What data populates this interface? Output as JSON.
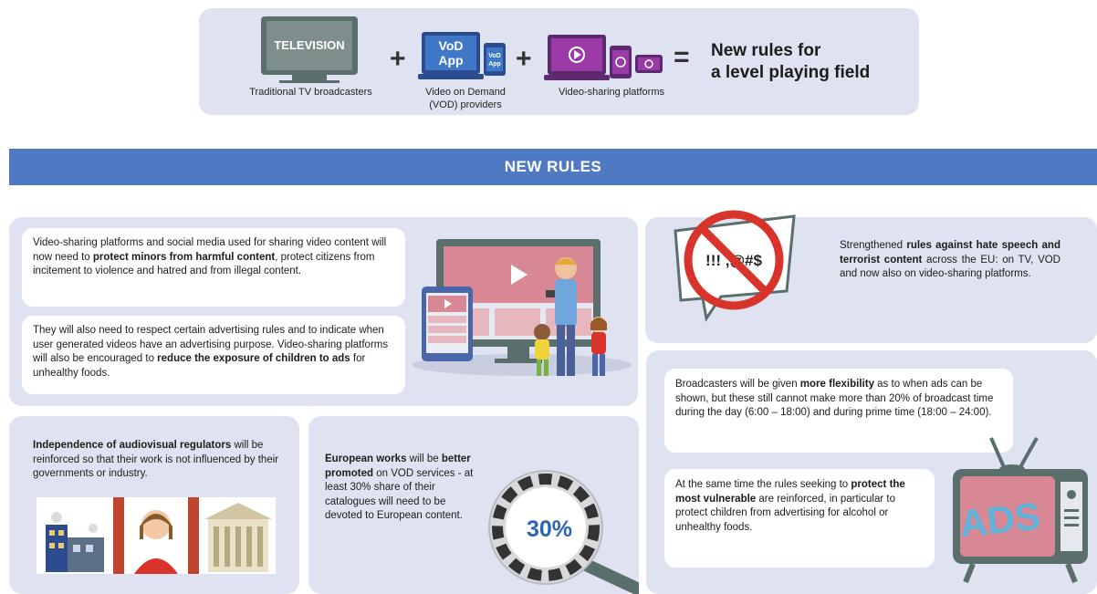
{
  "top": {
    "tv_screen_label": "TELEVISION",
    "tv_caption": "Traditional TV broadcasters",
    "vod_screen_label": "VoD\nApp",
    "vod_small_label": "VoD\nApp",
    "vod_caption_1": "Video on Demand",
    "vod_caption_2": "(VOD) providers",
    "vsp_caption": "Video-sharing platforms",
    "plus": "+",
    "equals": "=",
    "headline_1": "New rules for",
    "headline_2": "a level playing field"
  },
  "banner": "NEW RULES",
  "left_top": {
    "p1_a": "Video-sharing platforms and social media used for sharing video content will now need to ",
    "p1_b": "protect minors from harmful content",
    "p1_c": ", protect citizens from incitement to violence and hatred and from illegal content.",
    "p2_a": "They will also need to respect certain advertising rules and to indicate when user generated videos have an advertising purpose. Video-sharing platforms will also be encouraged to ",
    "p2_b": "reduce the exposure of children to ads",
    "p2_c": " for unhealthy foods."
  },
  "hate": {
    "sign_text": "!!! ,@#$",
    "p_a": "Strengthened ",
    "p_b": "rules against hate speech and terrorist content",
    "p_c": " across the EU: on TV, VOD and now also on video-sharing platforms."
  },
  "regulators": {
    "p_a": "Independence of audiovisual regulators",
    "p_b": " will be reinforced so that their work is not influenced by their governments or industry."
  },
  "european": {
    "p_a": "European works",
    "p_b": " will be ",
    "p_c": "better promoted",
    "p_d": " on VOD services - at least 30% share of their catalogues will need to be devoted to European content.",
    "percent": "30%"
  },
  "ads": {
    "p1_a": "Broadcasters will be given ",
    "p1_b": "more flexibility",
    "p1_c": " as to when ads can be shown, but these still cannot make more than 20% of broadcast time during the day (6:00 – 18:00) and during prime time (18:00 – 24:00).",
    "p2_a": "At the same time the rules seeking to ",
    "p2_b": "protect the most vulnerable",
    "p2_c": " are reinforced, in particular to protect children from advertising for alcohol or unhealthy foods.",
    "tv_text": "ADS"
  },
  "colors": {
    "banner": "#4f79c2",
    "panel": "#dfe3f1",
    "accent_blue": "#2d64b3",
    "purple": "#8b2d8f",
    "red": "#d9342b"
  }
}
